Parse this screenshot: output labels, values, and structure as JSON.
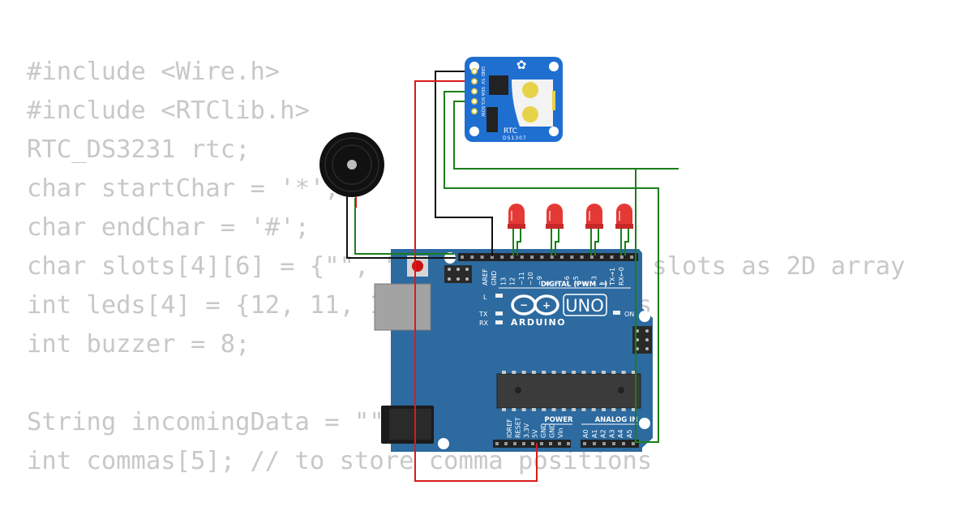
{
  "code_lines": [
    "#include <Wire.h>",
    "#include <RTClib.h>",
    "RTC_DS3231 rtc;",
    "char startChar = '*';",
    "char endChar = '#';",
    "char slots[4][6] = {\"\", \"\", \"\", \"\"}; // 4 slots as 2D array",
    "int leds[4] = {12, 11, 10, 9}; // LED pins",
    "int buzzer = 8;",
    "",
    "String incomingData = \"\";",
    "int commas[5]; // to store comma positions"
  ],
  "rtc": {
    "label": "RTC",
    "chip": "DS1307",
    "pins": [
      "GND",
      "5V",
      "SDA",
      "SCL",
      "SQW"
    ]
  },
  "arduino": {
    "model": "UNO",
    "brand": "ARDUINO",
    "digital_label": "DIGITAL (PWM ~)",
    "analog_label": "ANALOG IN",
    "power_label": "POWER",
    "led_l": "L",
    "led_tx": "TX",
    "led_rx": "RX",
    "led_on": "ON",
    "digital_pins": [
      "AREF",
      "GND",
      "13",
      "12",
      "~11",
      "~10",
      "~9",
      "8",
      "7",
      "~6",
      "~5",
      "4",
      "~3",
      "2",
      "TX→1",
      "RX←0"
    ],
    "power_pins": [
      "IOREF",
      "RESET",
      "3.3V",
      "5V",
      "GND",
      "GND",
      "Vin"
    ],
    "analog_pins": [
      "A0",
      "A1",
      "A2",
      "A3",
      "A4",
      "A5"
    ]
  },
  "colors": {
    "code_text": "#c8c8c8",
    "board": "#2c6aa0",
    "rtc_board": "#1f6fd1",
    "wire_gnd": "#111111",
    "wire_5v": "#d81b1b",
    "wire_signal": "#1a7f1a",
    "led": "#e53935"
  }
}
